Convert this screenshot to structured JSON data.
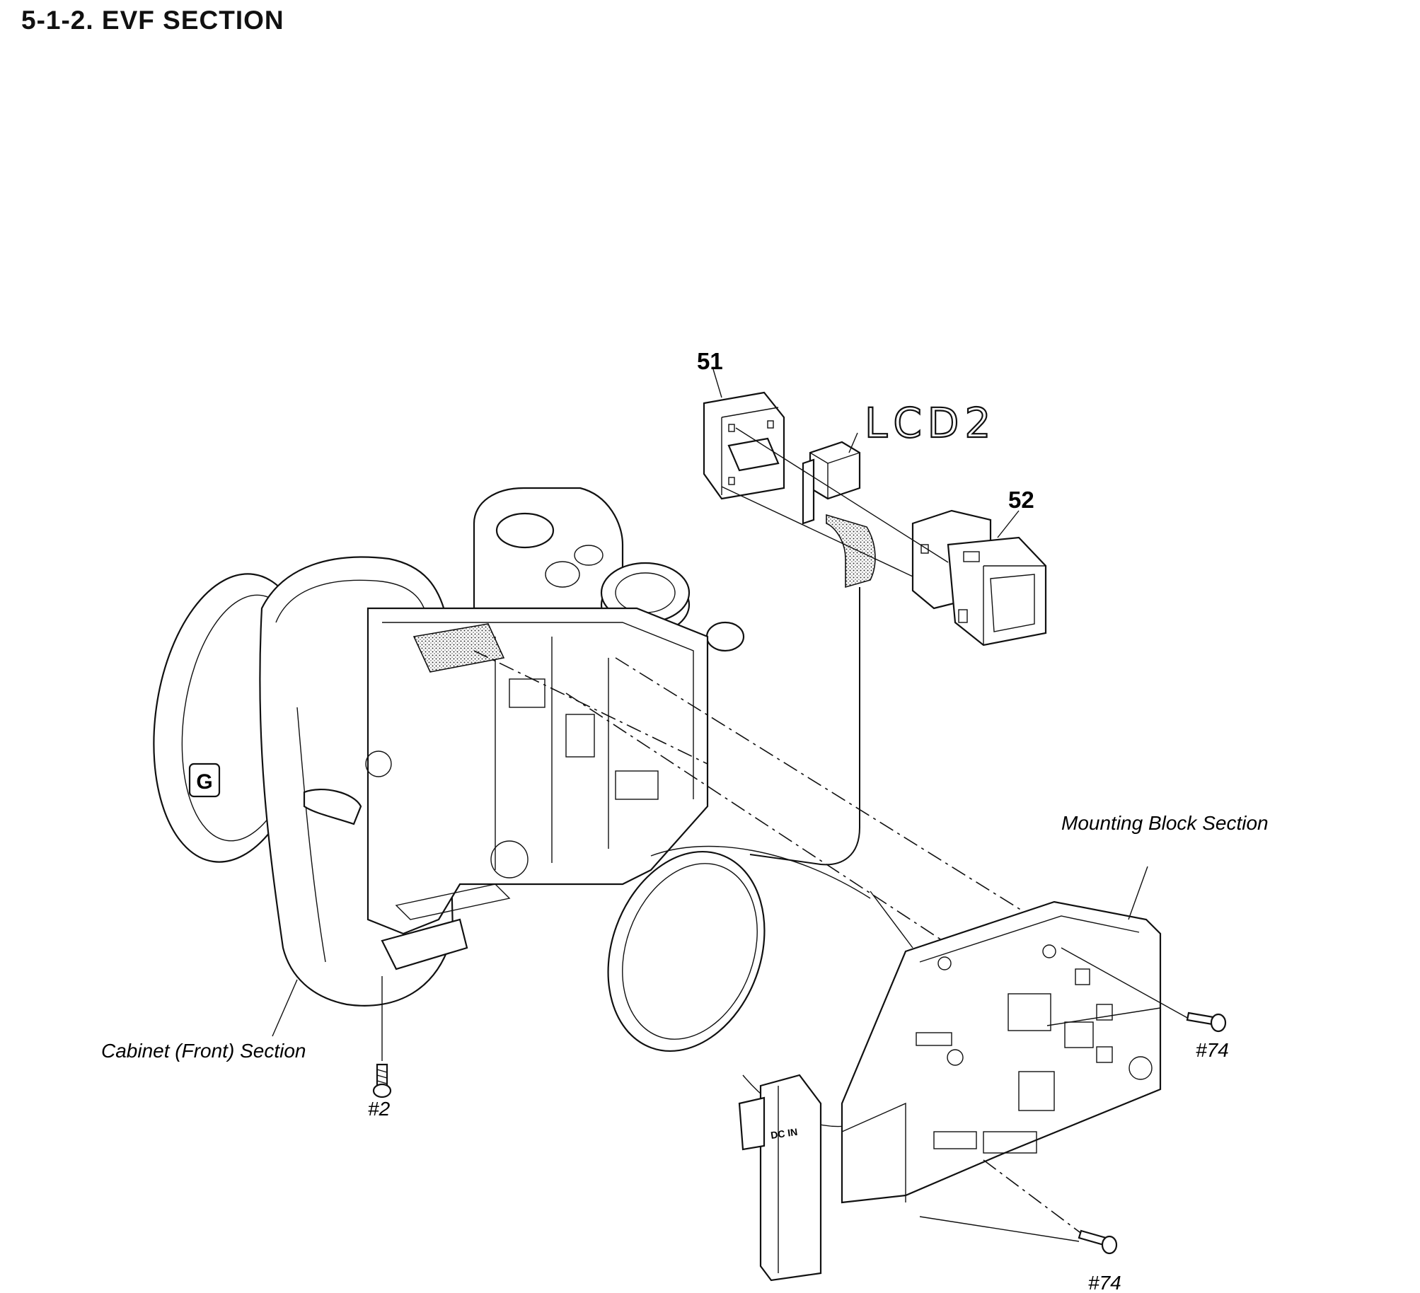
{
  "heading": {
    "section_title": "5-1-2.  EVF  SECTION"
  },
  "callouts": {
    "part_51": "51",
    "part_52": "52",
    "handwritten_note": "LCD2"
  },
  "sections": {
    "mounting_block": "Mounting Block Section",
    "cabinet_front": "Cabinet (Front) Section"
  },
  "screws": {
    "screw_2": "#2",
    "screw_74_upper": "#74",
    "screw_74_lower": "#74"
  },
  "icons": {
    "brand_badge": "G",
    "dc_in_label": "DC IN"
  }
}
